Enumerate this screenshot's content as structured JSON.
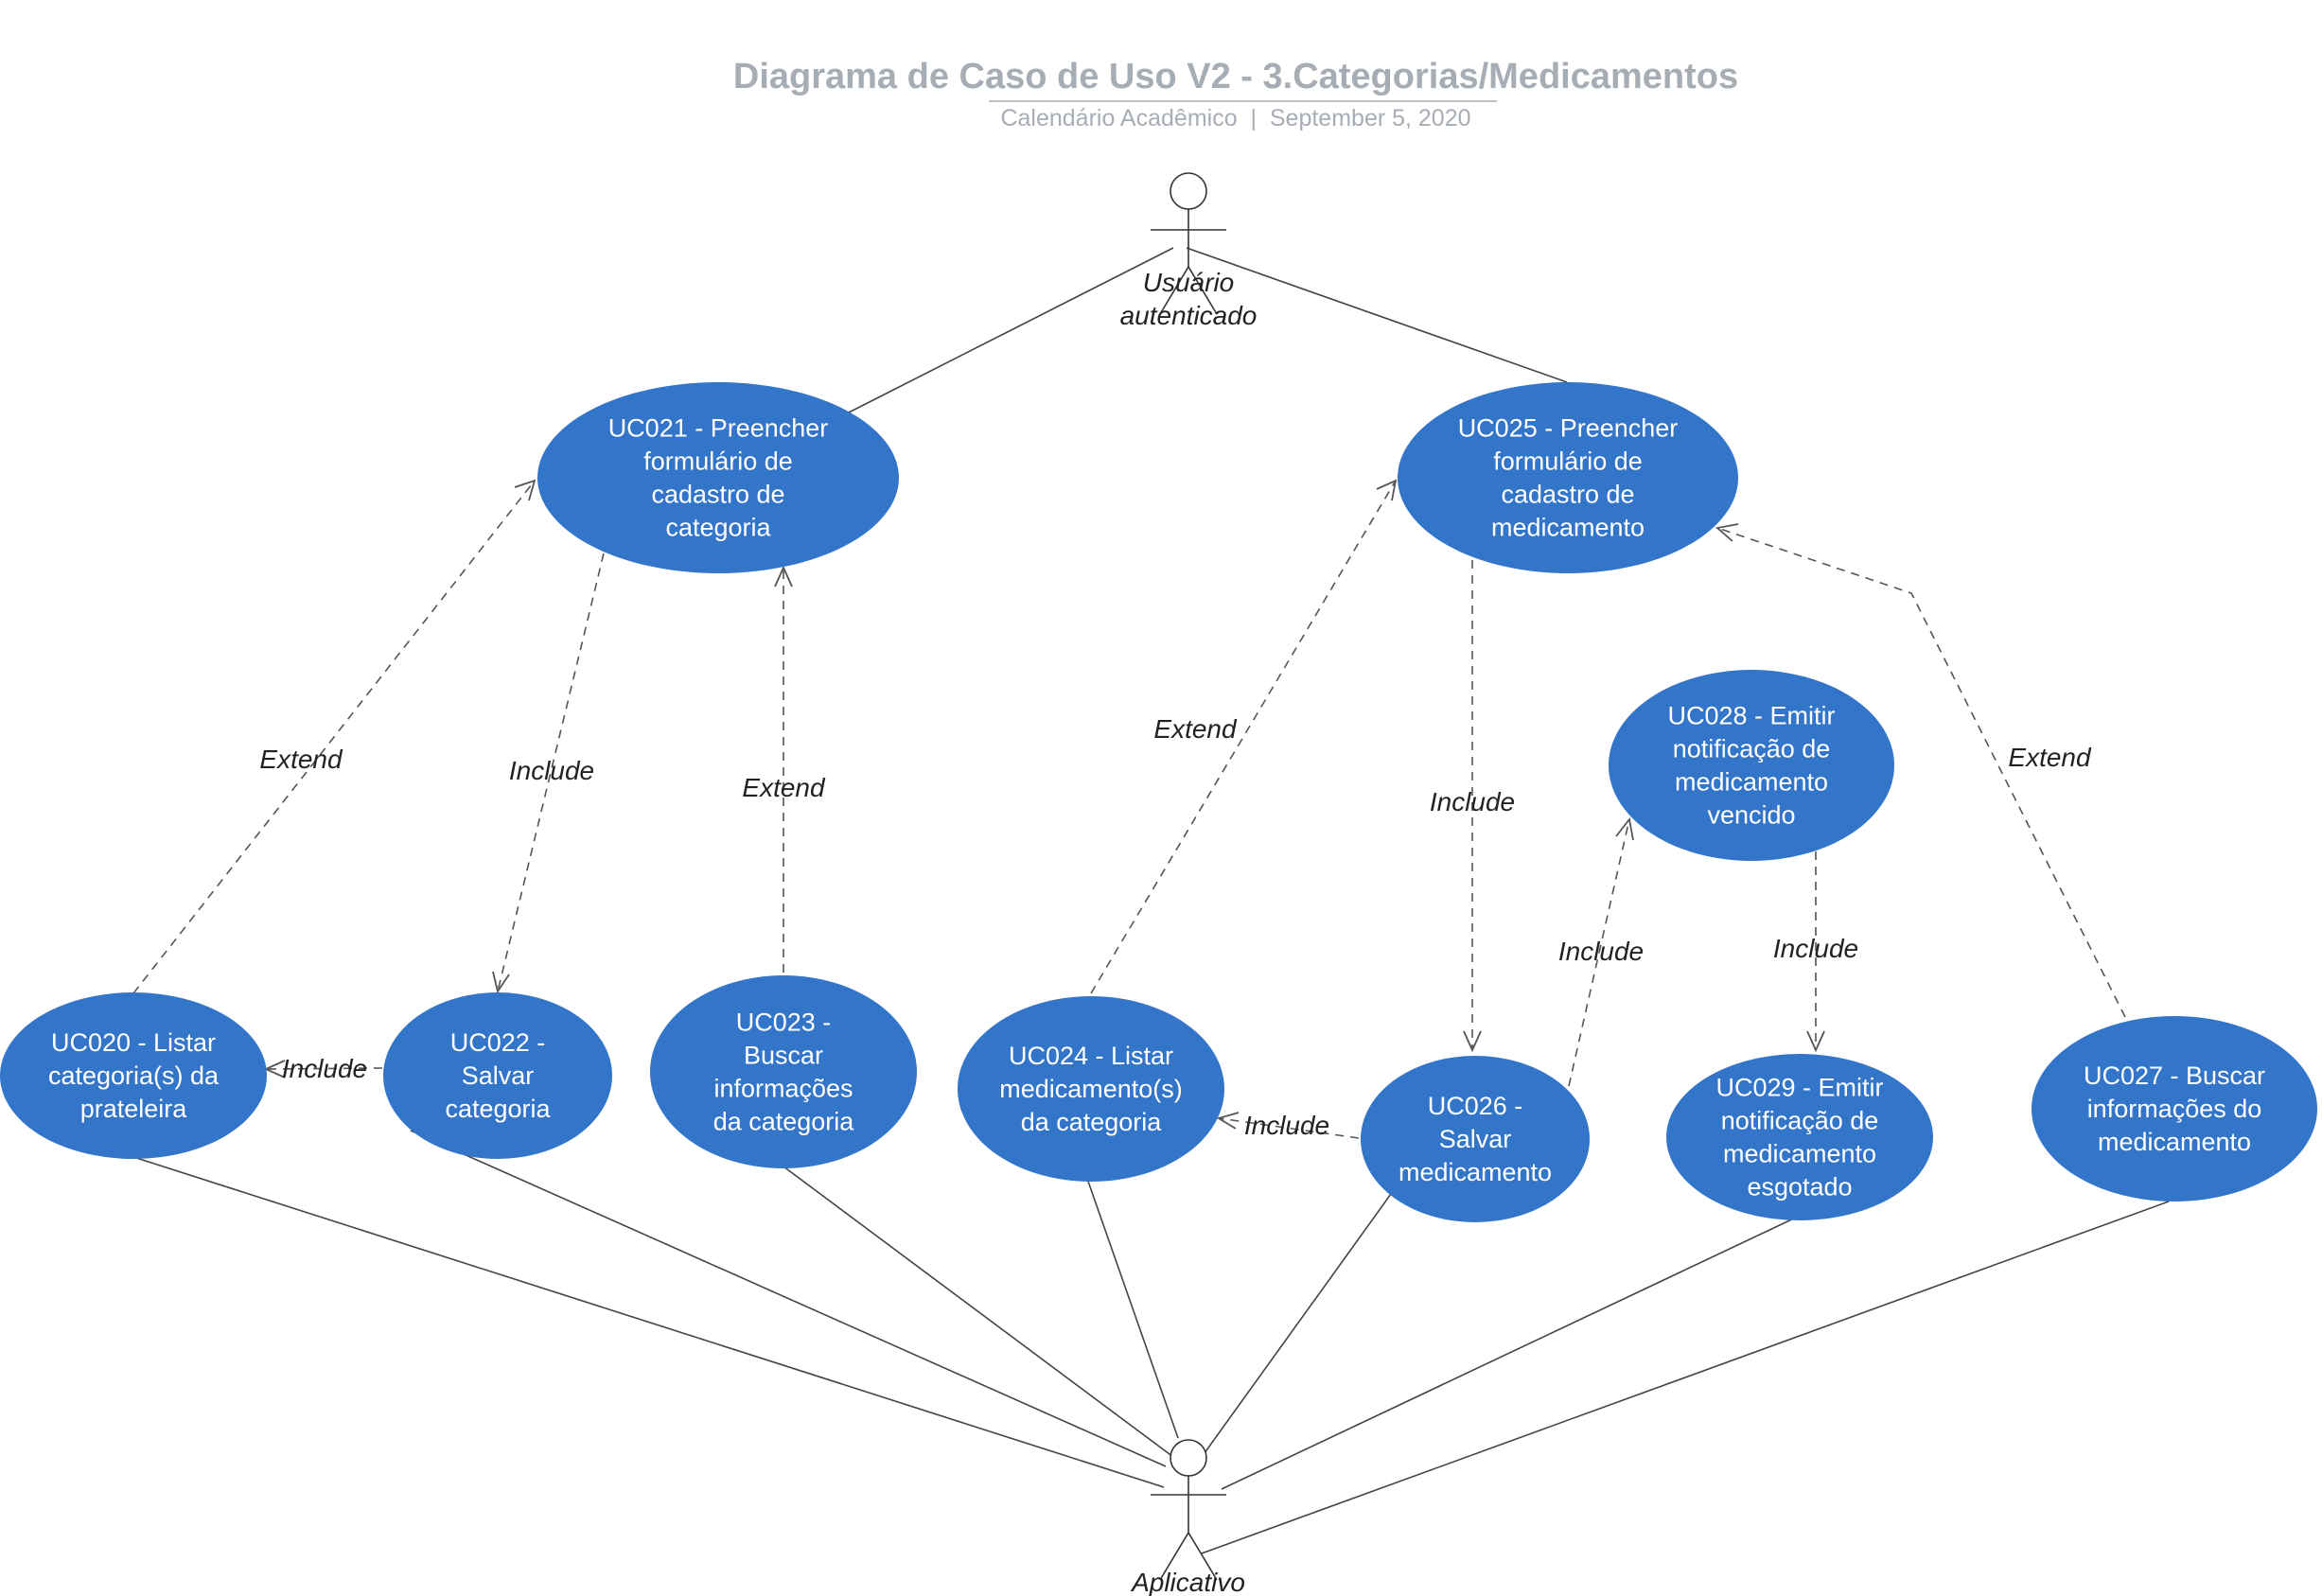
{
  "title": "Diagrama de Caso de Uso V2 - 3.Categorias/Medicamentos",
  "subtitle": "Calendário Acadêmico  |  September 5, 2020",
  "colors": {
    "use_case_fill": "#3375c9",
    "title_text": "#a7adb5"
  },
  "actors": {
    "user": {
      "label_lines": [
        "Usuário",
        "autenticado"
      ]
    },
    "app": {
      "label_lines": [
        "Aplicativo"
      ]
    }
  },
  "use_cases": {
    "uc020": {
      "lines": [
        "UC020 - Listar",
        "categoria(s) da",
        "prateleira"
      ]
    },
    "uc021": {
      "lines": [
        "UC021 - Preencher",
        "formulário de",
        "cadastro de",
        "categoria"
      ]
    },
    "uc022": {
      "lines": [
        "UC022 -",
        "Salvar",
        "categoria"
      ]
    },
    "uc023": {
      "lines": [
        "UC023 -",
        "Buscar",
        "informações",
        "da categoria"
      ]
    },
    "uc024": {
      "lines": [
        "UC024 - Listar",
        "medicamento(s)",
        "da categoria"
      ]
    },
    "uc025": {
      "lines": [
        "UC025 - Preencher",
        "formulário de",
        "cadastro de",
        "medicamento"
      ]
    },
    "uc026": {
      "lines": [
        "UC026 -",
        "Salvar",
        "medicamento"
      ]
    },
    "uc027": {
      "lines": [
        "UC027 - Buscar",
        "informações do",
        "medicamento"
      ]
    },
    "uc028": {
      "lines": [
        "UC028 - Emitir",
        "notificação de",
        "medicamento",
        "vencido"
      ]
    },
    "uc029": {
      "lines": [
        "UC029 - Emitir",
        "notificação de",
        "medicamento",
        "esgotado"
      ]
    }
  },
  "relations": {
    "r1": "Extend",
    "r2": "Include",
    "r3": "Extend",
    "r4": "Include",
    "r5": "Extend",
    "r6": "Include",
    "r7": "Include",
    "r8": "Include",
    "r9": "Include",
    "r10": "Extend"
  }
}
